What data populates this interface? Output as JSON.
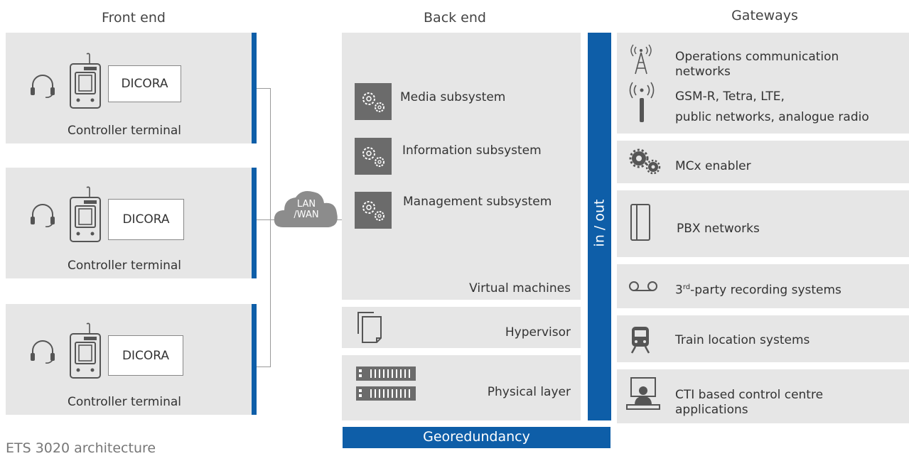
{
  "headers": {
    "front_end": "Front end",
    "back_end": "Back end",
    "gateways": "Gateways"
  },
  "terminals": [
    {
      "device": "DICORA",
      "label": "Controller terminal"
    },
    {
      "device": "DICORA",
      "label": "Controller terminal"
    },
    {
      "device": "DICORA",
      "label": "Controller terminal"
    }
  ],
  "network": {
    "line1": "LAN",
    "line2": "/WAN"
  },
  "backend": {
    "subsystems": [
      "Media subsystem",
      "Information subsystem",
      "Management subsystem"
    ],
    "virtual_machines": "Virtual machines",
    "hypervisor": "Hypervisor",
    "physical_layer": "Physical layer",
    "in_out": "in / out",
    "georedundancy": "Georedundancy"
  },
  "gateways": {
    "ops_comm": "Operations communication networks",
    "gsm": "GSM-R, Tetra, LTE,",
    "public": "public networks, analogue radio",
    "mcx": "MCx enabler",
    "pbx": "PBX networks",
    "recording_base": "3",
    "recording_sup": "rd",
    "recording_rest": "-party recording systems",
    "train": "Train location systems",
    "cti": "CTI based control centre applications"
  },
  "caption": "ETS 3020 architecture",
  "colors": {
    "panel": "#e6e6e6",
    "accent": "#0e5ea8",
    "icon": "#6b6b6b"
  },
  "icons": [
    "headset-icon",
    "desk-phone-icon",
    "cloud-icon",
    "gears-icon",
    "radio-tower-icon",
    "radio-antenna-icon",
    "phone-handset-icon",
    "tape-icon",
    "train-icon",
    "operator-icon",
    "documents-icon",
    "server-icon"
  ]
}
